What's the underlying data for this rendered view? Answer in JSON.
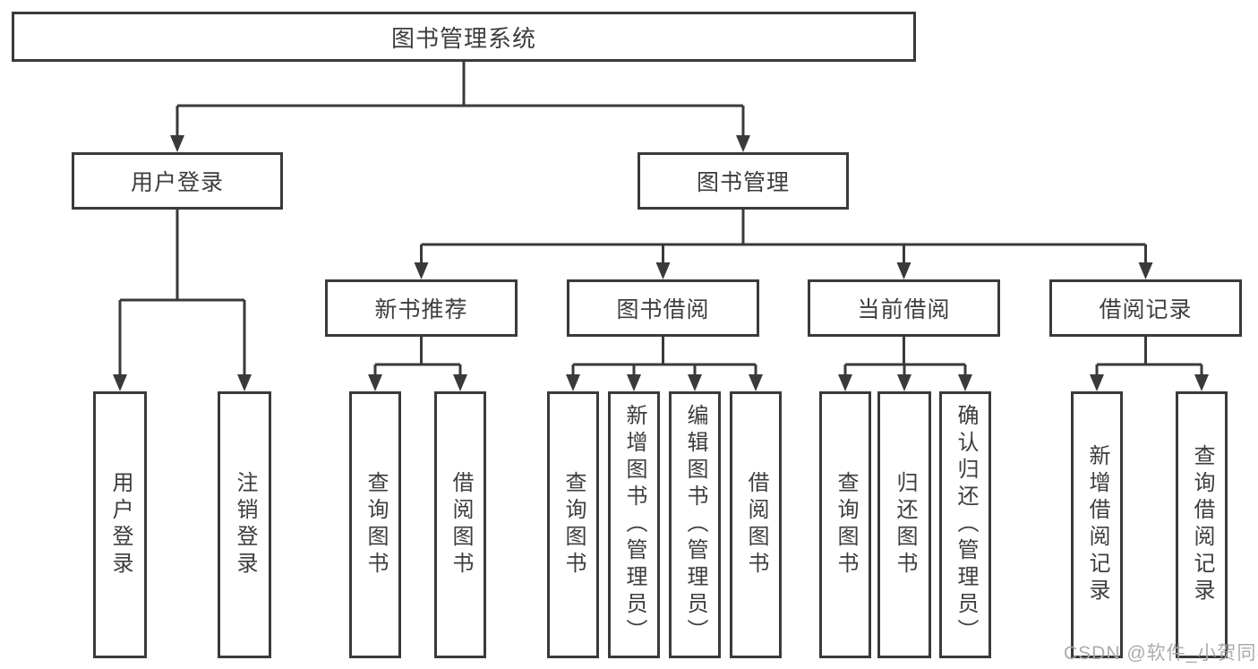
{
  "diagram": {
    "tree": {
      "label": "图书管理系统",
      "children": [
        {
          "label": "用户登录",
          "children": [
            {
              "label": "用户登录"
            },
            {
              "label": "注销登录"
            }
          ]
        },
        {
          "label": "图书管理",
          "children": [
            {
              "label": "新书推荐",
              "children": [
                {
                  "label": "查询图书"
                },
                {
                  "label": "借阅图书"
                }
              ]
            },
            {
              "label": "图书借阅",
              "children": [
                {
                  "label": "查询图书"
                },
                {
                  "label": "新增图书（管理员）"
                },
                {
                  "label": "编辑图书（管理员）"
                },
                {
                  "label": "借阅图书"
                }
              ]
            },
            {
              "label": "当前借阅",
              "children": [
                {
                  "label": "查询图书"
                },
                {
                  "label": "归还图书"
                },
                {
                  "label": "确认归还（管理员）"
                }
              ]
            },
            {
              "label": "借阅记录",
              "children": [
                {
                  "label": "新增借阅记录"
                },
                {
                  "label": "查询借阅记录"
                }
              ]
            }
          ]
        }
      ]
    },
    "watermark": "CSDN @软件_小贺同学",
    "colors": {
      "line": "#3a3a3a",
      "box_border": "#3a3a3a",
      "text": "#3d3d3d",
      "background": "#ffffff",
      "watermark": "#a8a8aa"
    }
  }
}
